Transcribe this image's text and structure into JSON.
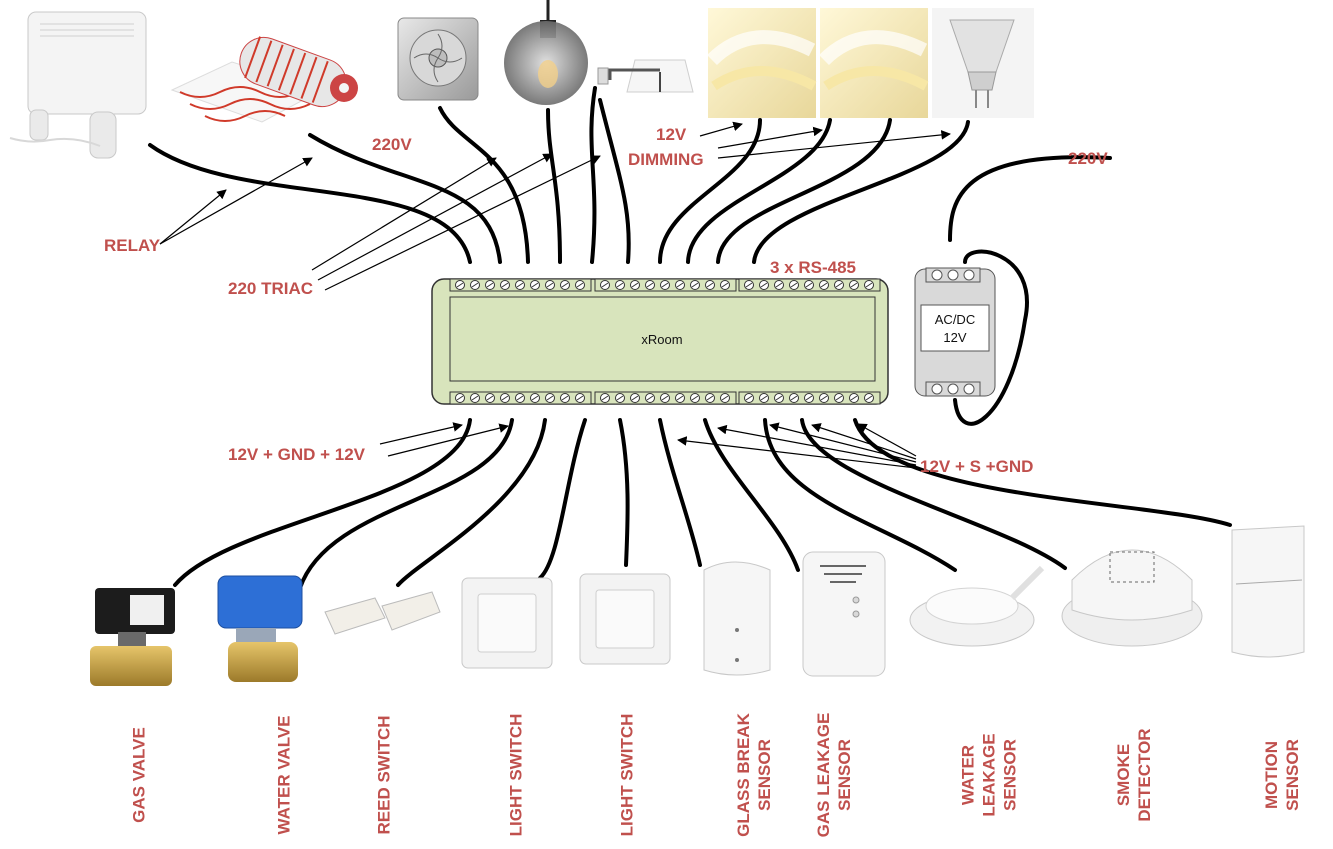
{
  "controller": {
    "title": "xRoom"
  },
  "power_supply": {
    "line1": "AC/DC",
    "line2": "12V"
  },
  "labels": {
    "relay": "RELAY",
    "triac": "220 TRIAC",
    "v220_top": "220V",
    "v12_dim": "12V",
    "dimming": "DIMMING",
    "rs485": "3 x RS-485",
    "v220_psu": "220V",
    "sensor_power": "12V + GND + 12V",
    "sensor_signal": "12V + S +GND"
  },
  "top_devices": [
    {
      "name": "convector-heater"
    },
    {
      "name": "floor-heating-mat"
    },
    {
      "name": "exhaust-fan"
    },
    {
      "name": "pendant-lamp"
    },
    {
      "name": "wall-sconce"
    },
    {
      "name": "led-strip-1"
    },
    {
      "name": "led-strip-2"
    },
    {
      "name": "halogen-bulb"
    }
  ],
  "bottom_devices": [
    {
      "name": "gas-valve",
      "label": "GAS VALVE"
    },
    {
      "name": "water-valve",
      "label": "WATER VALVE"
    },
    {
      "name": "reed-switch",
      "label": "REED SWITCH"
    },
    {
      "name": "light-switch-1",
      "label": "LIGHT SWITCH"
    },
    {
      "name": "light-switch-2",
      "label": "LIGHT SWITCH"
    },
    {
      "name": "glass-break-sensor",
      "label": "GLASS BREAK\nSENSOR"
    },
    {
      "name": "gas-leakage-sensor",
      "label": "GAS LEAKAGE\nSENSOR"
    },
    {
      "name": "water-leakage-sensor",
      "label": "WATER\nLEAKAGE\nSENSOR"
    },
    {
      "name": "smoke-detector",
      "label": "SMOKE\nDETECTOR"
    },
    {
      "name": "motion-sensor",
      "label": "MOTION\nSENSOR"
    }
  ]
}
